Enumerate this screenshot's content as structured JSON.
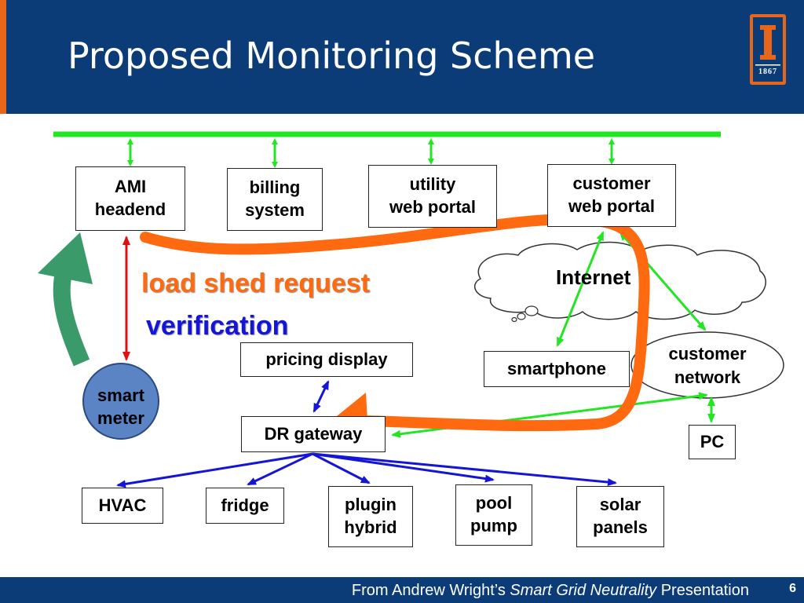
{
  "slide": {
    "title": "Proposed Monitoring Scheme",
    "logo_year": "1867",
    "footer": {
      "prefix": "From Andrew Wright’s ",
      "italic": "Smart Grid Neutrality",
      "suffix": " Presentation"
    },
    "page_number": "6"
  },
  "diagram": {
    "nodes": {
      "ami_headend": "AMI\nheadend",
      "billing_system": "billing\nsystem",
      "utility_web_portal": "utility\nweb portal",
      "customer_web_portal": "customer\nweb portal",
      "internet": "Internet",
      "smartphone": "smartphone",
      "customer_network": "customer\nnetwork",
      "pricing_display": "pricing display",
      "dr_gateway": "DR gateway",
      "pc": "PC",
      "smart_meter": "smart\nmeter",
      "hvac": "HVAC",
      "fridge": "fridge",
      "plugin_hybrid": "plugin\nhybrid",
      "pool_pump": "pool\npump",
      "solar_panels": "solar\npanels"
    },
    "labels": {
      "load_shed_request": "load shed request",
      "verification": "verification"
    },
    "colors": {
      "header": "#0b3c78",
      "accent": "#e8661a",
      "bus": "#22e622",
      "blue_link": "#1515d6",
      "red_link": "#e01010",
      "load_shed_arrow": "#ff6a10",
      "verification_arrow": "#3a9a6a",
      "smart_meter_fill": "#5b84c4"
    }
  }
}
